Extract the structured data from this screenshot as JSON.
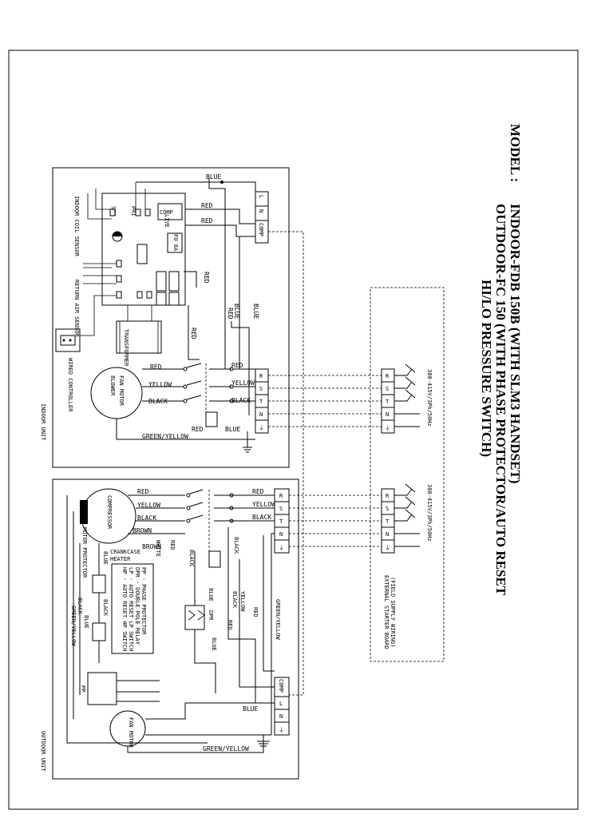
{
  "title": {
    "model": "MODEL :",
    "line1": "INDOOR-FDB 150B (WITH SLM3 HANDSET)",
    "line2": "OUTDOOR-FC 150 (WITH PHASE PROTECTOR/AUTO RESET",
    "line3": "HI/LO PRESSURE SWITCH)"
  },
  "indoor": {
    "unit_label": "INDOOR UNIT",
    "coil_sensor": "INDOOR COIL SENSOR",
    "return_air_sensor": "RETURN AIR SENSOR",
    "wired_controller": "WIRED CONTROLLER",
    "transformer": "TRANSFORMER",
    "fan_motor": "FAN MOTOR",
    "blower": "BLOWER",
    "fuse": "FU 8A",
    "live": "LIVE",
    "comp": "COMP",
    "sec": "SEC",
    "pri": "PRI"
  },
  "outdoor": {
    "unit_label": "OUTDOOR UNIT",
    "compressor": "COMPRESSOR",
    "motor_protector": "MOTOR PROTECTOR",
    "crankcase": "CRANKCASE HEATER",
    "fan_motor": "FAN MOTOR",
    "dpr": "DPR",
    "pp": "PP",
    "legend": [
      "PP - PHASE PROTECTOR",
      "DPR - DOUBLE POLE RELAY",
      "LP - AUTO RESET LP SWITCH",
      "HP - AUTO RESET HP SWITCH"
    ]
  },
  "wires": {
    "blue": "BLUE",
    "red": "RED",
    "yellow": "YELLOW",
    "black": "BLACK",
    "brown": "BROWN",
    "white": "WHITE",
    "green_yellow": "GREEN/YELLOW"
  },
  "supply": {
    "spec": "380-415V/3Ph/50Hz",
    "terminals": [
      "R",
      "S",
      "T",
      "N",
      "⏚"
    ],
    "external_board": "EXTERNAL STARTER BOARD",
    "field_wiring": "(FIELD SUPPLY WIRING)"
  },
  "terminal_blocks": {
    "indoor_top": [
      "L",
      "N",
      "COMP"
    ],
    "outdoor_bottom": [
      "COMP",
      "L",
      "N",
      "⏚"
    ]
  }
}
